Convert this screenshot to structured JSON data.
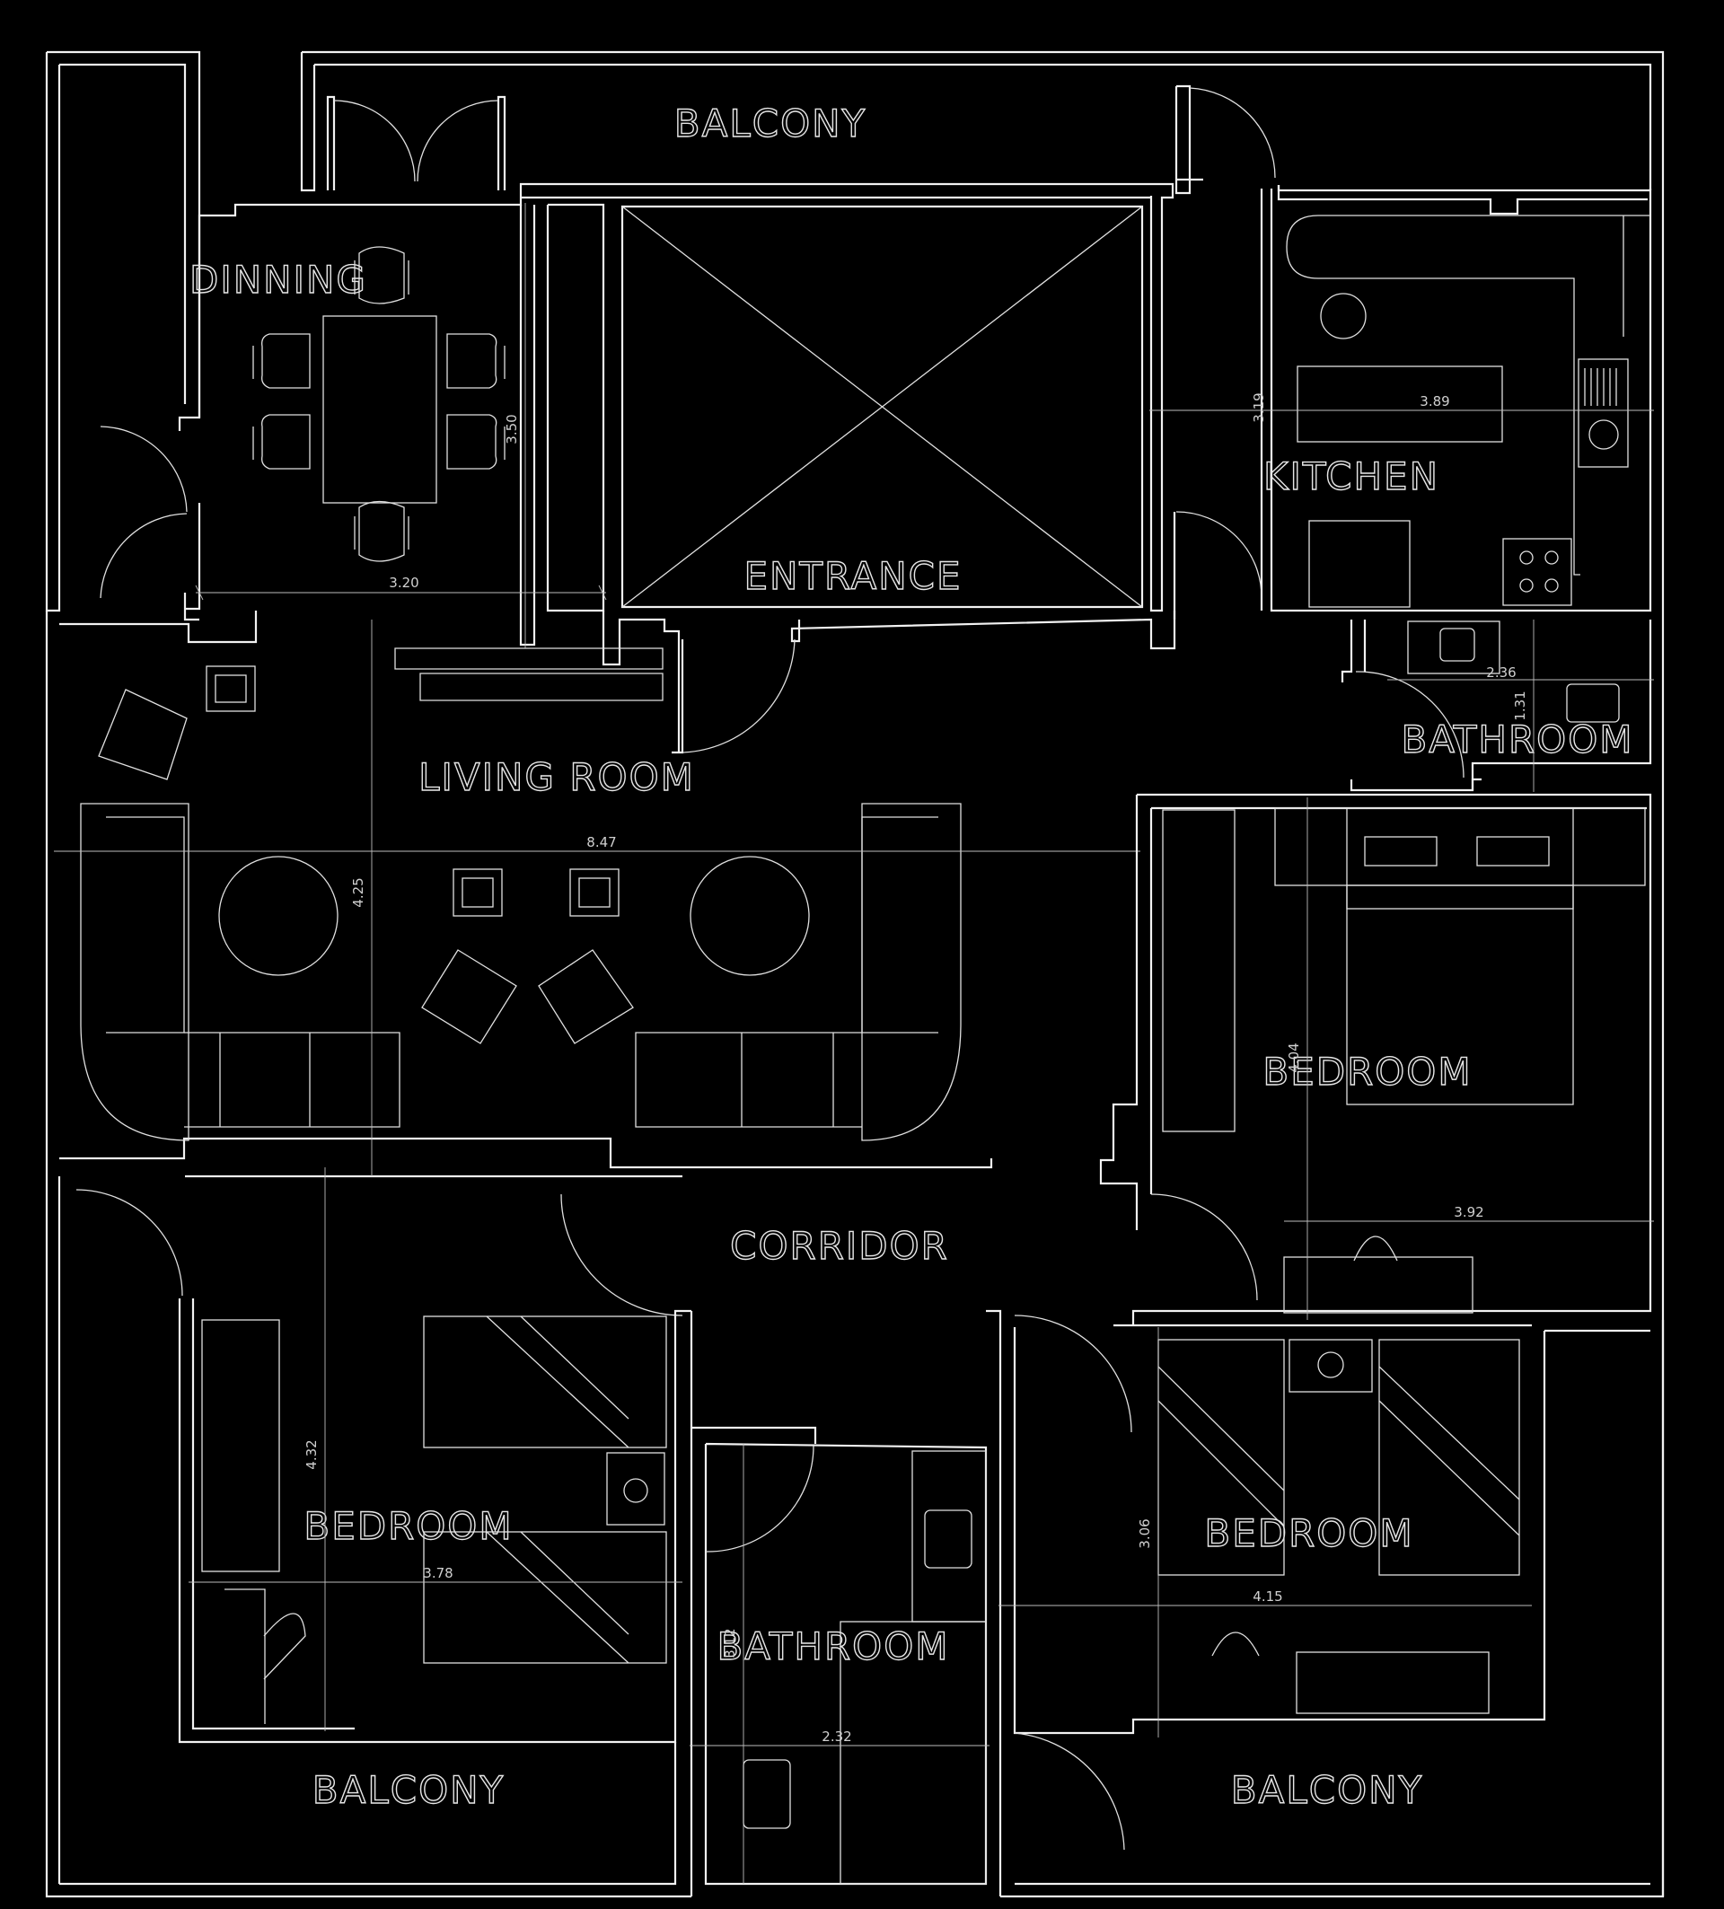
{
  "plan": {
    "background_color": "#000000",
    "line_color": "#f2f2f2",
    "rooms": {
      "balcony_top": "BALCONY",
      "dinning": "DINNING",
      "entrance": "ENTRANCE",
      "kitchen": "KITCHEN",
      "living_room": "LIVING ROOM",
      "bathroom_small": "BATHROOM",
      "bedroom_master": "BEDROOM",
      "corridor": "CORRIDOR",
      "bedroom_left": "BEDROOM",
      "bathroom_main": "BATHROOM",
      "bedroom_right": "BEDROOM",
      "balcony_left": "BALCONY",
      "balcony_right": "BALCONY"
    },
    "dimensions": {
      "dining_width": "3.20",
      "dining_height": "3.50",
      "kitchen_width": "3.89",
      "kitchen_height": "3.19",
      "living_width": "8.47",
      "living_height": "4.25",
      "bath_small_width": "2.36",
      "bath_small_height": "1.31",
      "master_width": "3.92",
      "master_height": "4.04",
      "left_bed_height": "4.32",
      "left_bed_width": "3.78",
      "bath_main_height": "3.12",
      "bath_main_width": "2.32",
      "right_bed_height": "3.06",
      "right_bed_width": "4.15"
    }
  }
}
